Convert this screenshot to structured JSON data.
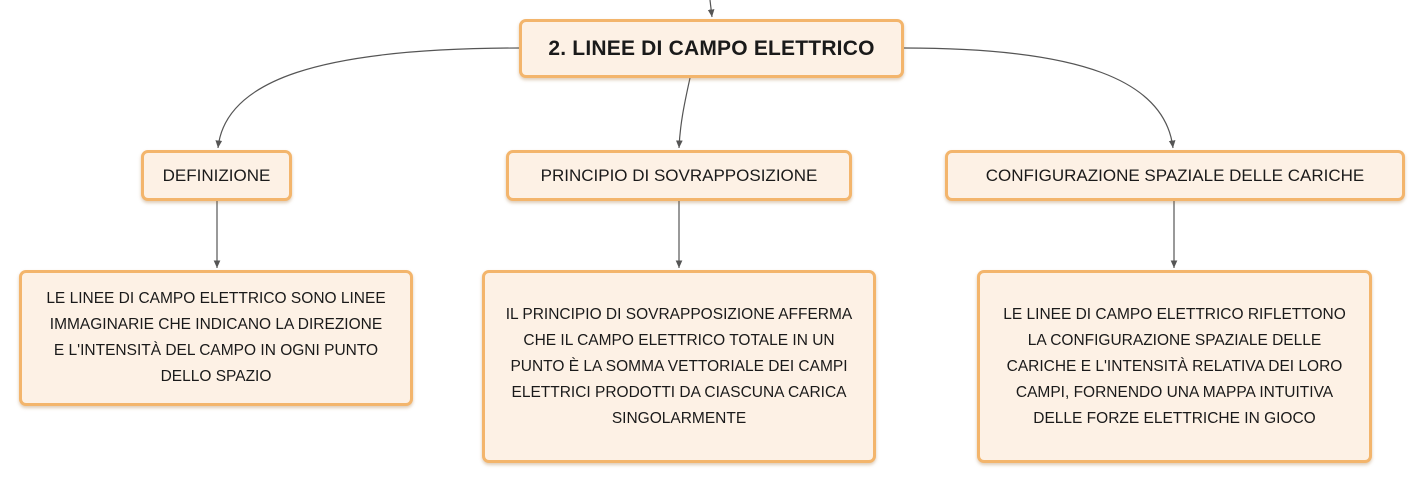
{
  "root": {
    "label": "2. LINEE DI CAMPO ELETTRICO"
  },
  "branches": [
    {
      "label": "DEFINIZIONE",
      "detail": [
        "LE LINEE DI CAMPO ELETTRICO SONO LINEE",
        "IMMAGINARIE CHE INDICANO LA DIREZIONE",
        "E L'INTENSITÀ DEL CAMPO IN OGNI PUNTO",
        "DELLO SPAZIO"
      ]
    },
    {
      "label": "PRINCIPIO DI SOVRAPPOSIZIONE",
      "detail": [
        "IL PRINCIPIO DI SOVRAPPOSIZIONE AFFERMA",
        "CHE IL CAMPO ELETTRICO TOTALE IN UN",
        "PUNTO È LA SOMMA VETTORIALE DEI CAMPI",
        "ELETTRICI PRODOTTI DA CIASCUNA CARICA",
        "SINGOLARMENTE"
      ]
    },
    {
      "label": "CONFIGURAZIONE SPAZIALE DELLE CARICHE",
      "detail": [
        "LE LINEE DI CAMPO ELETTRICO RIFLETTONO",
        "LA CONFIGURAZIONE SPAZIALE DELLE",
        "CARICHE E L'INTENSITÀ RELATIVA DEI LORO",
        "CAMPI, FORNENDO UNA MAPPA INTUITIVA",
        "DELLE FORZE ELETTRICHE IN GIOCO"
      ]
    }
  ],
  "colors": {
    "node_fill": "#fdf1e5",
    "node_border": "#f3b56c",
    "connector": "#555555"
  }
}
